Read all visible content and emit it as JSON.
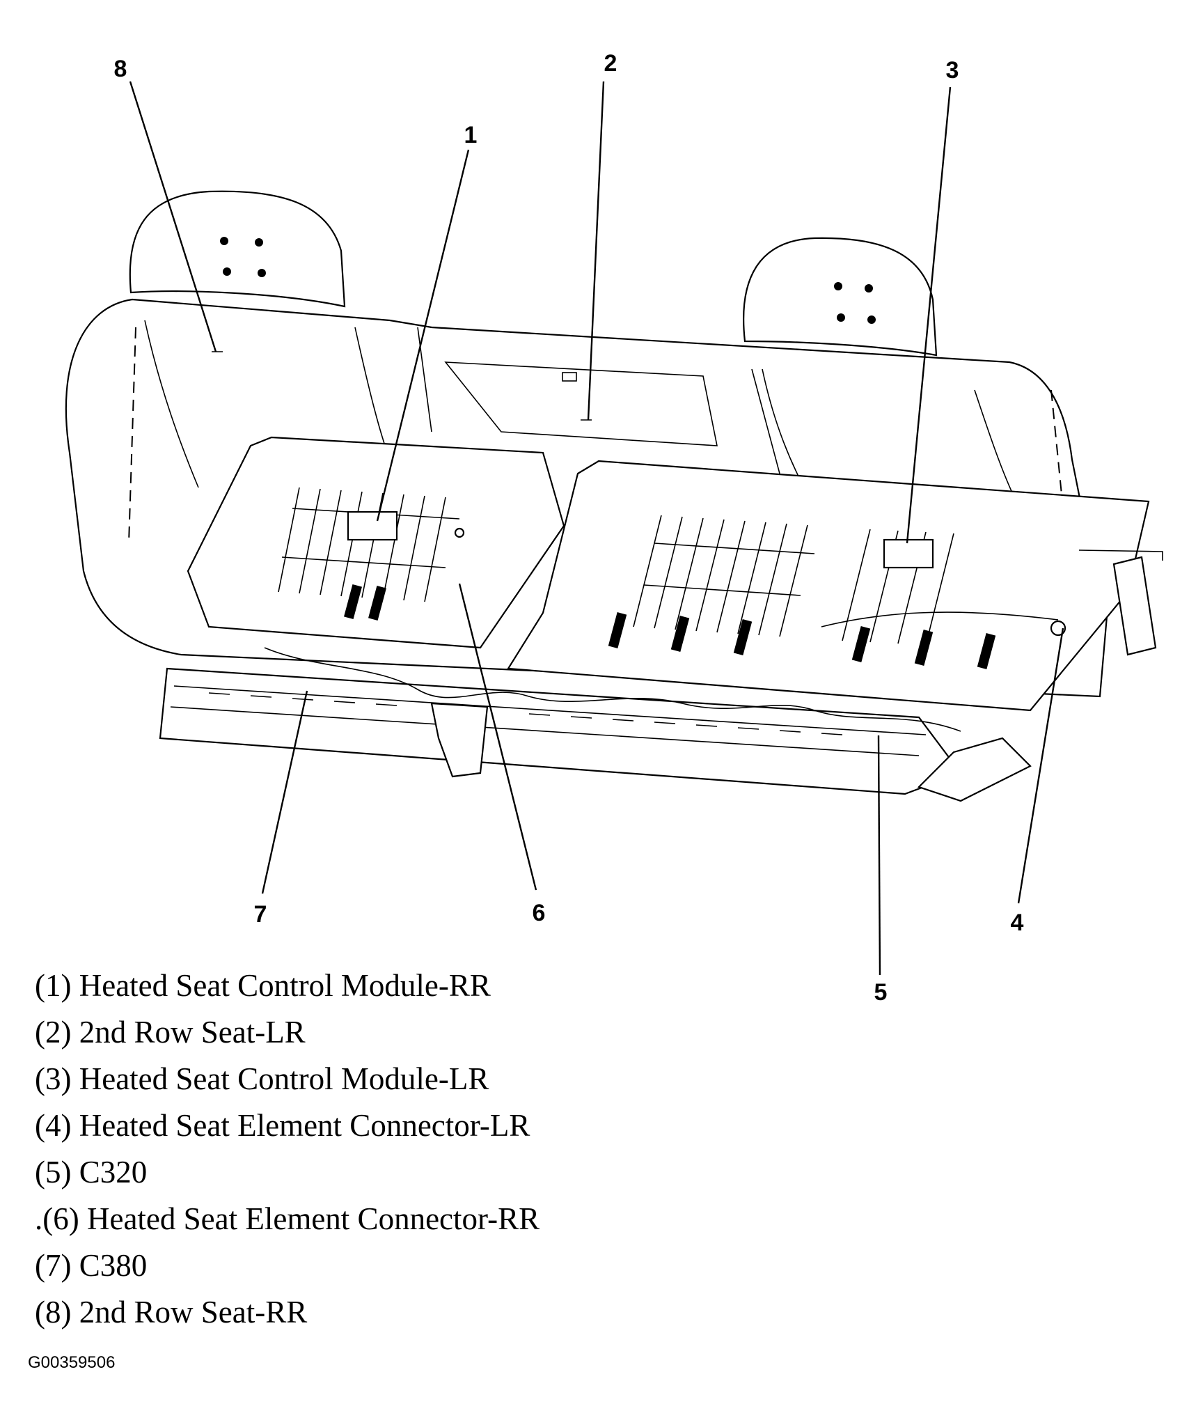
{
  "callouts": [
    {
      "number": "1",
      "name": "Heated Seat Control Module-RR"
    },
    {
      "number": "2",
      "name": "2nd Row Seat-LR"
    },
    {
      "number": "3",
      "name": "Heated Seat Control Module-LR"
    },
    {
      "number": "4",
      "name": "Heated Seat Element Connector-LR"
    },
    {
      "number": "5",
      "name": "C320"
    },
    {
      "number": "6",
      "name": "Heated Seat Element Connector-RR"
    },
    {
      "number": "7",
      "name": "C380"
    },
    {
      "number": "8",
      "name": "2nd Row Seat-RR"
    }
  ],
  "legend": [
    "(1) Heated Seat Control Module-RR",
    "(2) 2nd Row Seat-LR",
    "(3) Heated Seat Control Module-LR",
    "(4) Heated Seat Element Connector-LR",
    "(5) C320",
    ".(6) Heated Seat Element Connector-RR",
    "(7) C380",
    "(8) 2nd Row Seat-RR"
  ],
  "figure_id": "G00359506"
}
